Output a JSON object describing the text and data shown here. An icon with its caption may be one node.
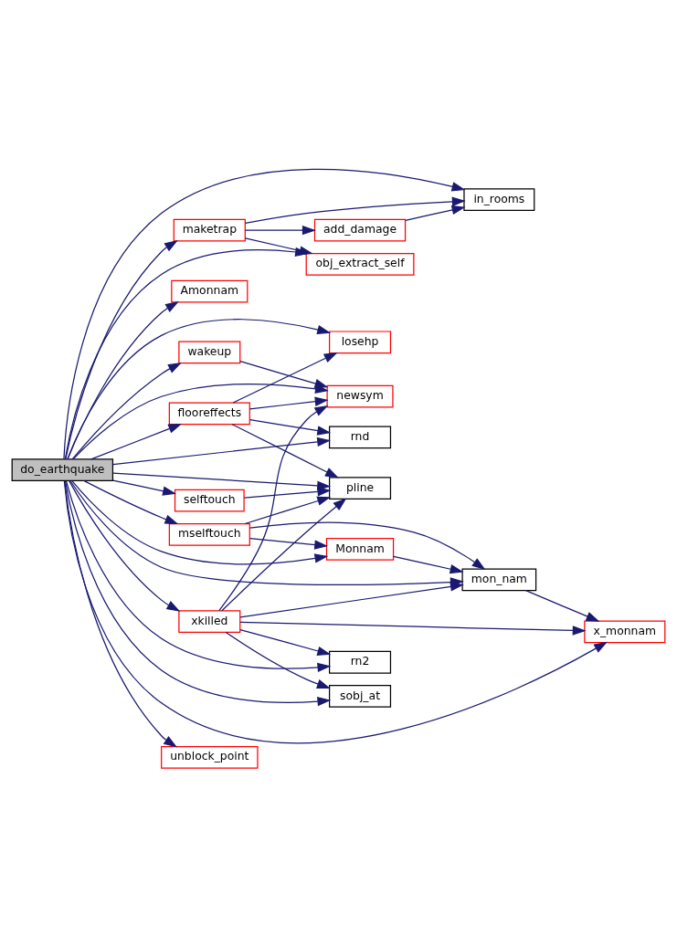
{
  "diagram": {
    "nodes": [
      {
        "text": [
          "do_earthquake"
        ]
      },
      {
        "text": [
          "in_rooms"
        ]
      },
      {
        "text": [
          "add_damage"
        ]
      },
      {
        "text": [
          "maketrap"
        ]
      },
      {
        "text": [
          "obj_extract_self"
        ]
      },
      {
        "text": [
          "Amonnam"
        ]
      },
      {
        "text": [
          "losehp"
        ]
      },
      {
        "text": [
          "wakeup"
        ]
      },
      {
        "text": [
          "newsym"
        ]
      },
      {
        "text": [
          "flooreffects"
        ]
      },
      {
        "text": [
          "rnd"
        ]
      },
      {
        "text": [
          "pline"
        ]
      },
      {
        "text": [
          "selftouch"
        ]
      },
      {
        "text": [
          "mselftouch"
        ]
      },
      {
        "text": [
          "Monnam"
        ]
      },
      {
        "text": [
          "mon_nam"
        ]
      },
      {
        "text": [
          "xkilled"
        ]
      },
      {
        "text": [
          "x_monnam"
        ]
      },
      {
        "text": [
          "rn2"
        ]
      },
      {
        "text": [
          "sobj_at"
        ]
      },
      {
        "text": [
          "unblock_point"
        ]
      }
    ],
    "edges": [
      {
        "from": 0,
        "to": 1,
        "arrow": "to"
      },
      {
        "from": 0,
        "to": 3,
        "arrow": "to"
      },
      {
        "from": 0,
        "to": 4,
        "arrow": "to"
      },
      {
        "from": 0,
        "to": 5,
        "arrow": "to"
      },
      {
        "from": 0,
        "to": 6,
        "arrow": "to"
      },
      {
        "from": 0,
        "to": 8,
        "arrow": "to"
      },
      {
        "from": 0,
        "to": 7,
        "arrow": "to"
      },
      {
        "from": 0,
        "to": 9,
        "arrow": "to"
      },
      {
        "from": 0,
        "to": 10,
        "arrow": "to"
      },
      {
        "from": 0,
        "to": 11,
        "arrow": "to"
      },
      {
        "from": 0,
        "to": 12,
        "arrow": "to"
      },
      {
        "from": 0,
        "to": 13,
        "arrow": "to"
      },
      {
        "from": 0,
        "to": 14,
        "arrow": "to"
      },
      {
        "from": 0,
        "to": 15,
        "arrow": "to"
      },
      {
        "from": 0,
        "to": 16,
        "arrow": "to"
      },
      {
        "from": 0,
        "to": 18,
        "arrow": "to"
      },
      {
        "from": 0,
        "to": 19,
        "arrow": "to"
      },
      {
        "from": 0,
        "to": 17,
        "arrow": "to"
      },
      {
        "from": 0,
        "to": 20,
        "arrow": "to"
      },
      {
        "from": 2,
        "to": 1,
        "arrow": "to"
      },
      {
        "from": 3,
        "to": 2,
        "arrow": "to"
      },
      {
        "from": 3,
        "to": 1,
        "arrow": "to"
      },
      {
        "from": 3,
        "to": 4,
        "arrow": "to"
      },
      {
        "from": 7,
        "to": 8,
        "arrow": "to"
      },
      {
        "from": 9,
        "to": 6,
        "arrow": "to"
      },
      {
        "from": 9,
        "to": 8,
        "arrow": "to"
      },
      {
        "from": 9,
        "to": 10,
        "arrow": "to"
      },
      {
        "from": 9,
        "to": 11,
        "arrow": "to"
      },
      {
        "from": 12,
        "to": 11,
        "arrow": "to"
      },
      {
        "from": 13,
        "to": 11,
        "arrow": "to"
      },
      {
        "from": 13,
        "to": 15,
        "arrow": "to"
      },
      {
        "from": 13,
        "to": 14,
        "arrow": "to"
      },
      {
        "from": 14,
        "to": 15,
        "arrow": "to"
      },
      {
        "from": 15,
        "to": 17,
        "arrow": "to"
      },
      {
        "from": 16,
        "to": 8,
        "arrow": "to"
      },
      {
        "from": 16,
        "to": 11,
        "arrow": "to"
      },
      {
        "from": 16,
        "to": 15,
        "arrow": "to"
      },
      {
        "from": 16,
        "to": 17,
        "arrow": "to"
      },
      {
        "from": 16,
        "to": 18,
        "arrow": "to"
      },
      {
        "from": 16,
        "to": 19,
        "arrow": "to"
      }
    ]
  }
}
